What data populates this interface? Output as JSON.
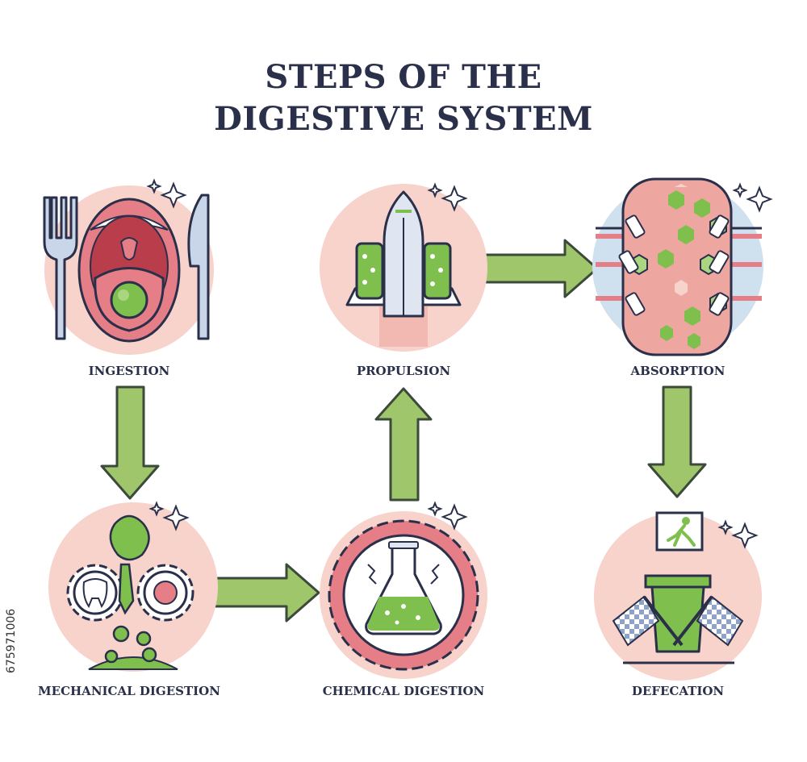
{
  "title": {
    "line1": "STEPS OF THE",
    "line2": "DIGESTIVE SYSTEM"
  },
  "steps": [
    {
      "id": "ingestion",
      "label": "INGESTION",
      "icon": "mouth-with-cutlery-icon"
    },
    {
      "id": "propulsion",
      "label": "PROPULSION",
      "icon": "rocket-icon"
    },
    {
      "id": "absorption",
      "label": "ABSORPTION",
      "icon": "intestine-absorption-icon"
    },
    {
      "id": "mechanical",
      "label": "MECHANICAL DIGESTION",
      "icon": "gears-tooth-food-icon"
    },
    {
      "id": "chemical",
      "label": "CHEMICAL DIGESTION",
      "icon": "flask-icon"
    },
    {
      "id": "defecation",
      "label": "DEFECATION",
      "icon": "finish-flags-exit-icon"
    }
  ],
  "flow": [
    "INGESTION",
    "MECHANICAL DIGESTION",
    "CHEMICAL DIGESTION",
    "PROPULSION",
    "ABSORPTION",
    "DEFECATION"
  ],
  "stock_id": "675971006",
  "colors": {
    "title": "#2a2f4a",
    "circle": "#f7d3cc",
    "arrow_fill": "#9fc66a",
    "arrow_stroke": "#3b4a3a",
    "green": "#7fbf4d",
    "outline": "#2a2f4a"
  }
}
